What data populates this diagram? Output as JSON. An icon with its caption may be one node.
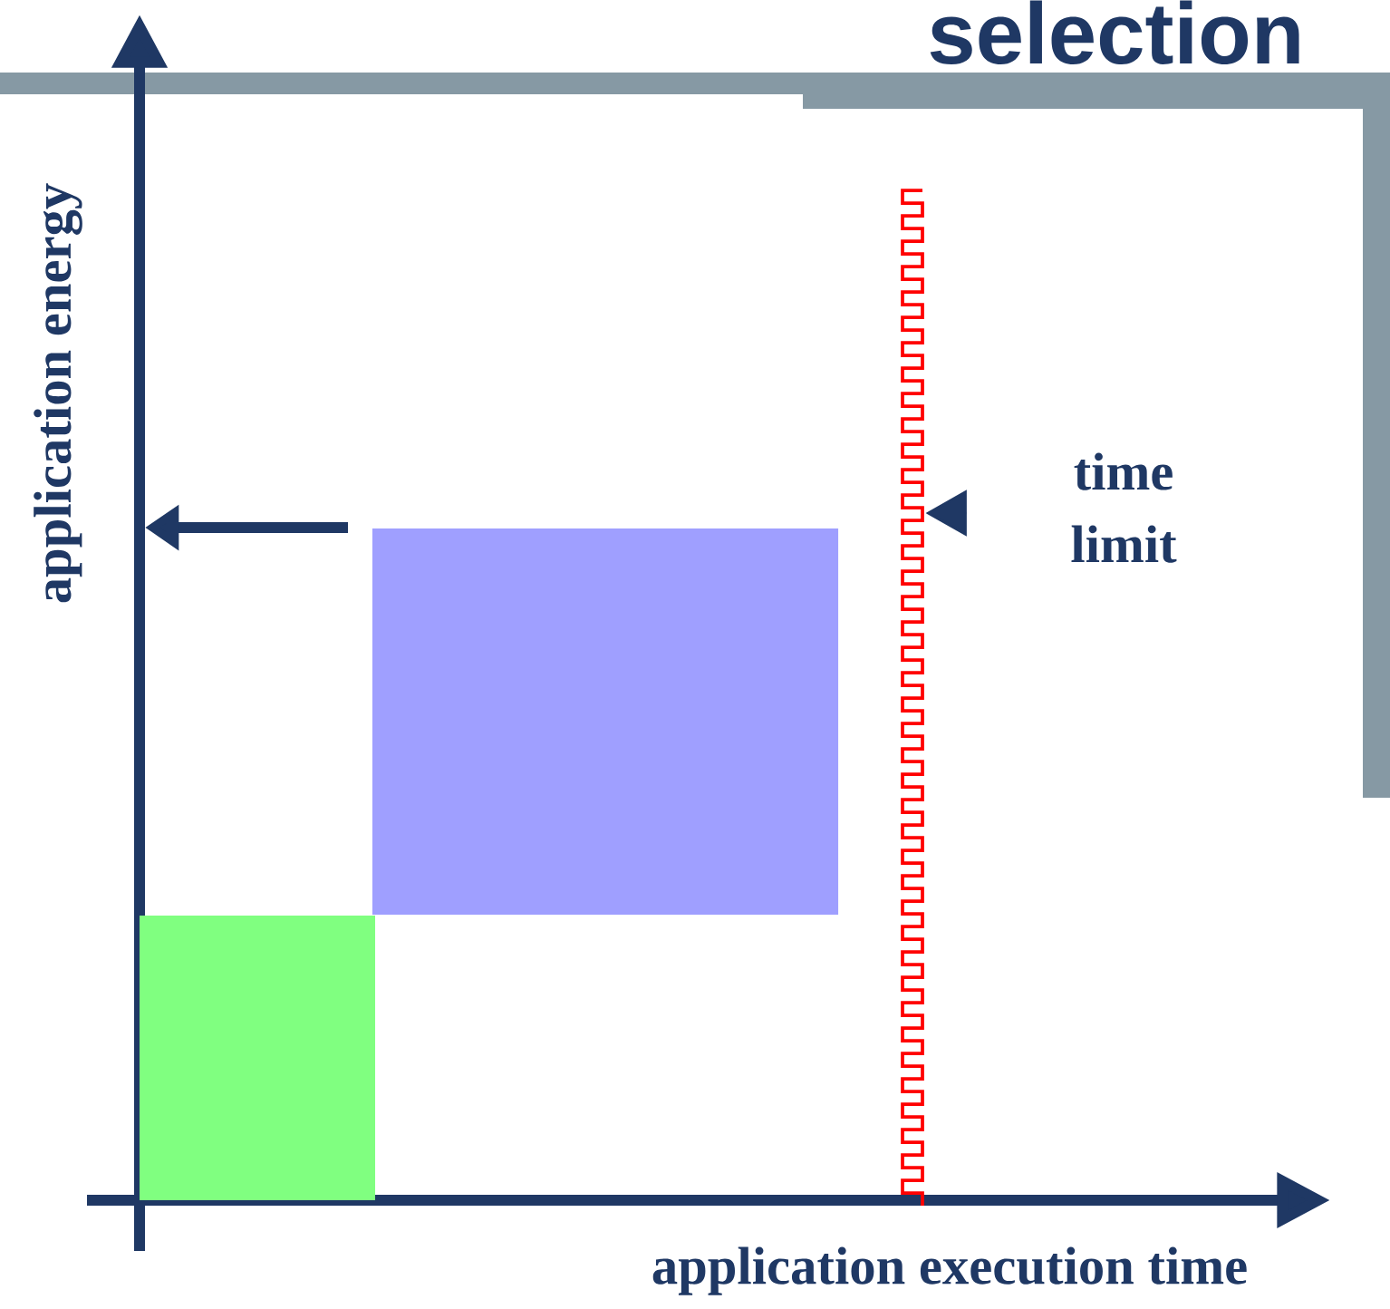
{
  "diagram": {
    "title": "selection",
    "nodes": [
      {
        "text": [],
        "shape": "box"
      },
      {
        "text": [],
        "shape": "box"
      },
      {
        "text": [],
        "shape": "bar"
      },
      {
        "text": [
          "time limit"
        ]
      }
    ],
    "edges": [
      {
        "from": null,
        "to": 2,
        "arrow": "to"
      }
    ],
    "labels": [
      "application energy",
      "application execution time"
    ]
  }
}
